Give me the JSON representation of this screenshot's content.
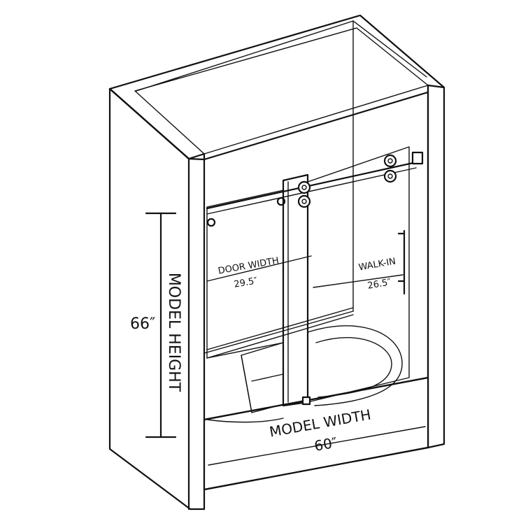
{
  "labels": {
    "model_height_value": "66″",
    "model_height": "MODEL HEIGHT",
    "door_width": "DOOR WIDTH",
    "door_width_value": "29.5″",
    "walk_in": "WALK-IN",
    "walk_in_value": "26.5″",
    "model_width": "MODEL WIDTH",
    "model_width_value": "60″"
  },
  "colors": {
    "line": "#111111",
    "background": "#ffffff"
  }
}
